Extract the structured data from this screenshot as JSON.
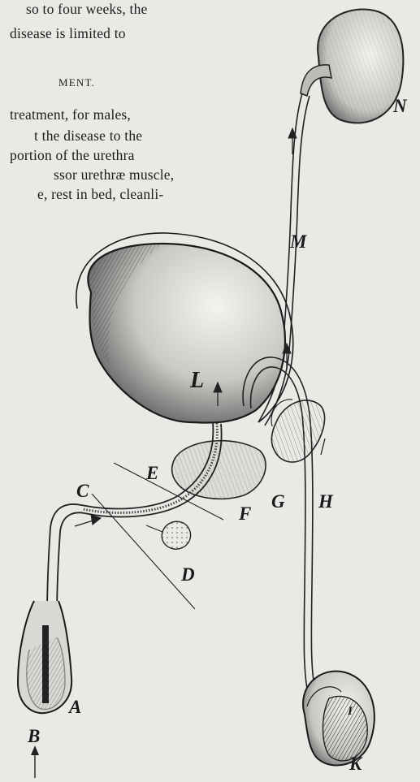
{
  "text": {
    "line1": "so to four weeks, the",
    "line2": "disease is limited to",
    "heading": "MENT.",
    "line3": "treatment, for males,",
    "line4": "t the disease to the",
    "line5": "portion of the urethra",
    "line6": "ssor urethræ muscle,",
    "line7": "e, rest in bed, cleanli-"
  },
  "figure": {
    "labels": {
      "A": "A",
      "B": "B",
      "C": "C",
      "D": "D",
      "E": "E",
      "F": "F",
      "G": "G",
      "H": "H",
      "I": "I",
      "K": "K",
      "L": "L",
      "M": "M",
      "N": "N"
    }
  }
}
